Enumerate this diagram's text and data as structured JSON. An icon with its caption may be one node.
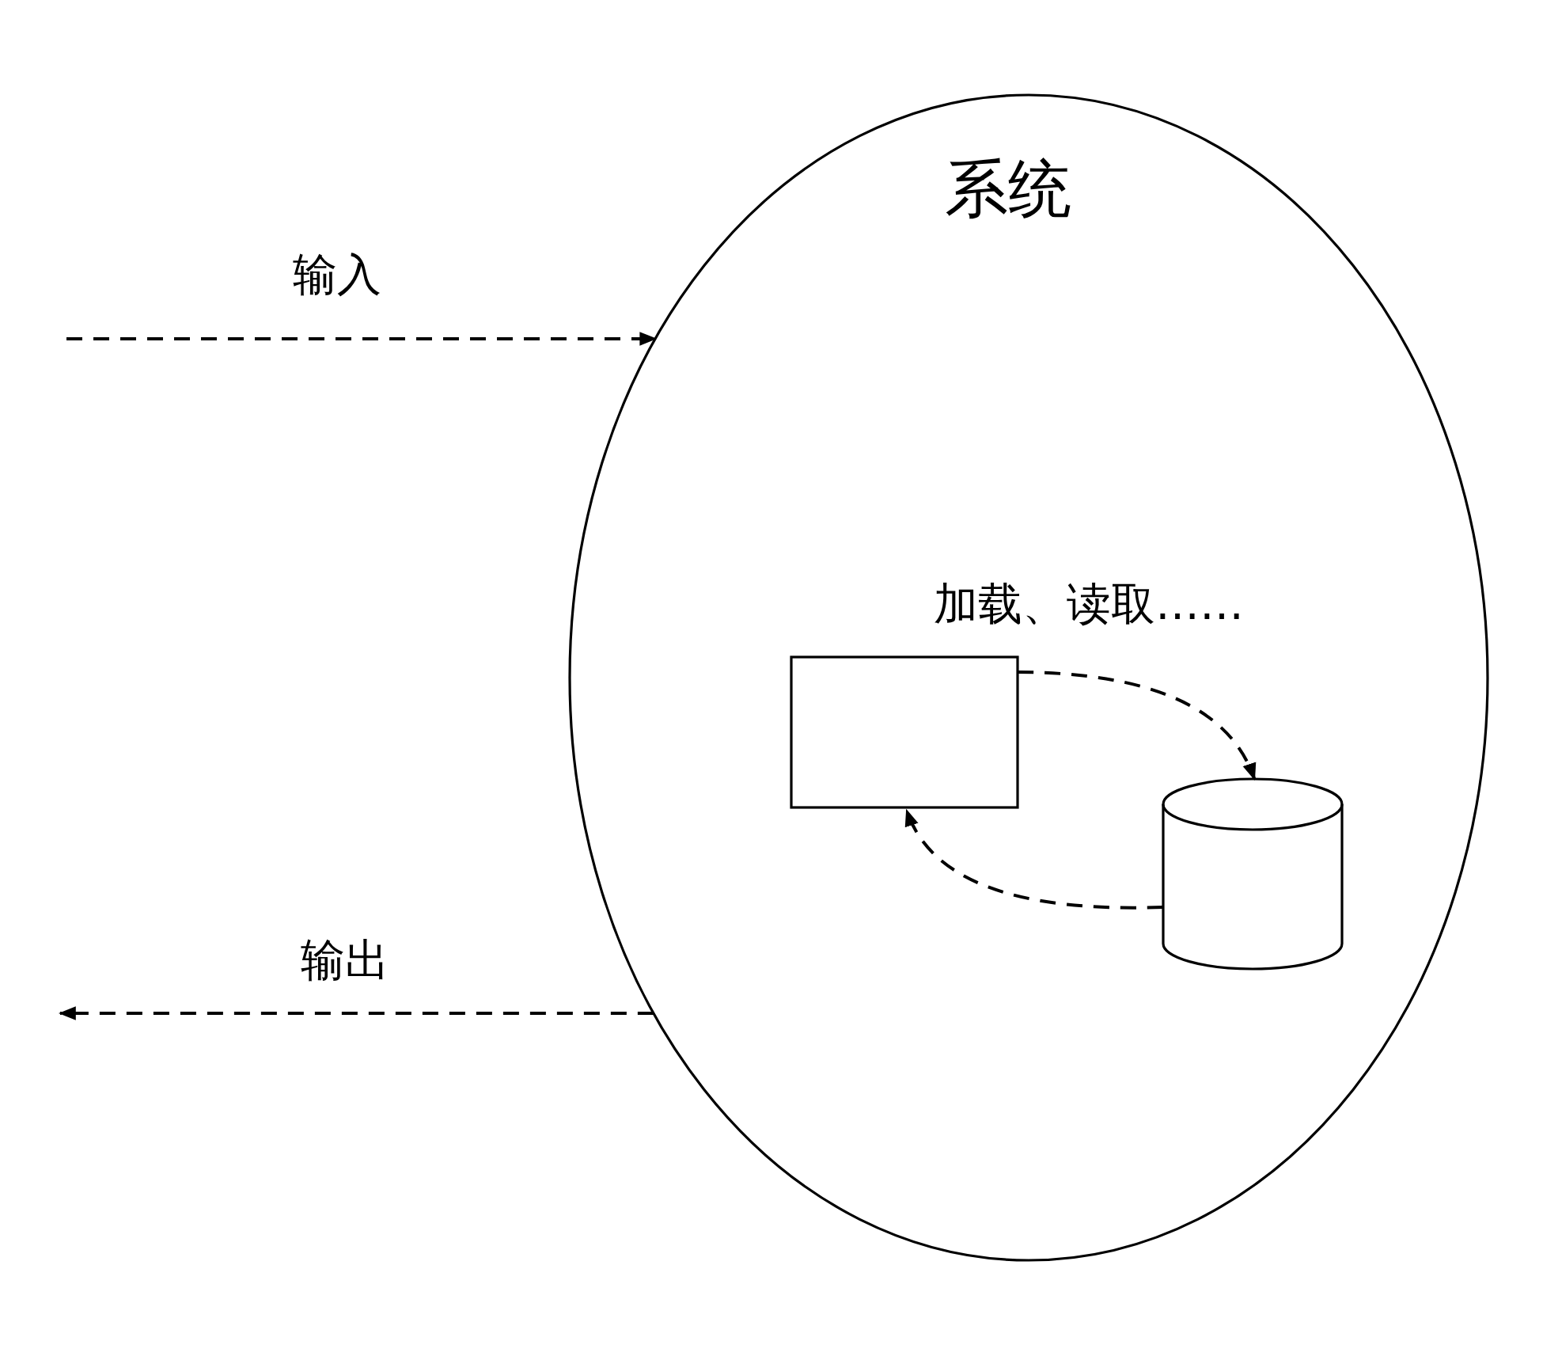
{
  "diagram": {
    "nodes": [
      {
        "text": [
          "系统"
        ]
      },
      {
        "text": [],
        "shape": "box",
        "in": 0
      },
      {
        "text": [],
        "shape": "cylinder",
        "in": 0
      }
    ],
    "edges": [
      {
        "from": null,
        "to": 0,
        "arrow": "to",
        "style": "dashed",
        "label": "输入"
      },
      {
        "from": 0,
        "to": null,
        "arrow": "to",
        "style": "dashed",
        "label": "输出"
      },
      {
        "from": 1,
        "to": 2,
        "arrow": "to",
        "style": "dashed",
        "label": "加载、读取……"
      },
      {
        "from": 2,
        "to": 1,
        "arrow": "to",
        "style": "dashed"
      }
    ]
  }
}
